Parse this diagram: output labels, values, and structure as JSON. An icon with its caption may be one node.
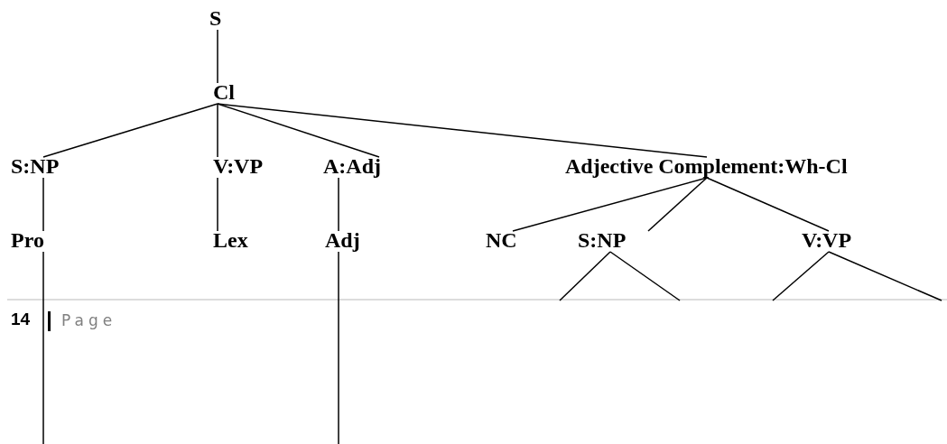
{
  "diagram": {
    "nodes": [
      {
        "text": [
          "S"
        ]
      },
      {
        "text": [
          "Cl"
        ]
      },
      {
        "text": [
          "S:NP"
        ]
      },
      {
        "text": [
          "V:VP"
        ]
      },
      {
        "text": [
          "A:Adj"
        ]
      },
      {
        "text": [
          "Adjective Complement:Wh-Cl"
        ]
      },
      {
        "text": [
          "Pro"
        ]
      },
      {
        "text": [
          "Lex"
        ]
      },
      {
        "text": [
          "Adj"
        ]
      },
      {
        "text": [
          "NC"
        ]
      },
      {
        "text": [
          "S:NP"
        ]
      },
      {
        "text": [
          "V:VP"
        ]
      }
    ],
    "edges": [
      {
        "from": 0,
        "to": 1,
        "arrow": "none"
      },
      {
        "from": 1,
        "to": 2,
        "arrow": "none"
      },
      {
        "from": 1,
        "to": 3,
        "arrow": "none"
      },
      {
        "from": 1,
        "to": 4,
        "arrow": "none"
      },
      {
        "from": 1,
        "to": 5,
        "arrow": "none"
      },
      {
        "from": 2,
        "to": 6,
        "arrow": "none"
      },
      {
        "from": 3,
        "to": 7,
        "arrow": "none"
      },
      {
        "from": 4,
        "to": 8,
        "arrow": "none"
      },
      {
        "from": 5,
        "to": 9,
        "arrow": "none"
      },
      {
        "from": 5,
        "to": 10,
        "arrow": "none"
      },
      {
        "from": 5,
        "to": 11,
        "arrow": "none"
      },
      {
        "from": 6,
        "to": null,
        "arrow": "none"
      },
      {
        "from": 8,
        "to": null,
        "arrow": "none"
      },
      {
        "from": 10,
        "to": null,
        "arrow": "none"
      },
      {
        "from": 10,
        "to": null,
        "arrow": "none"
      },
      {
        "from": 11,
        "to": null,
        "arrow": "none"
      },
      {
        "from": 11,
        "to": null,
        "arrow": "none"
      }
    ],
    "labels": [
      "14",
      "Page"
    ]
  }
}
